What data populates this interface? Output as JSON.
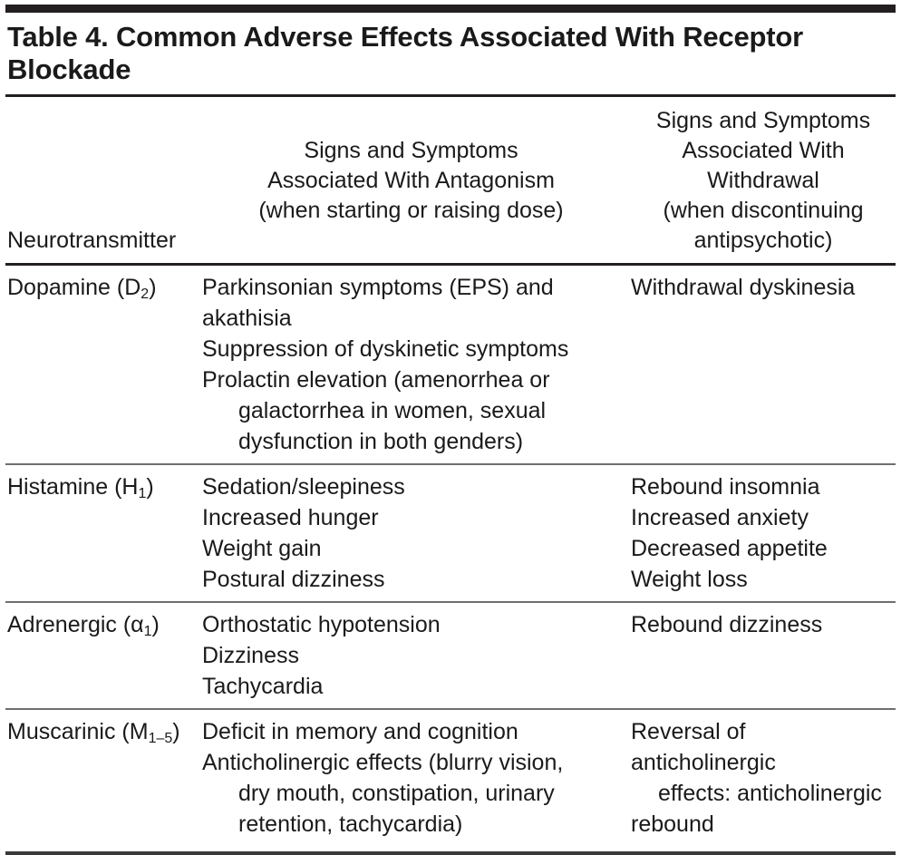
{
  "title": "Table 4. Common Adverse Effects Associated With Receptor Blockade",
  "colors": {
    "text": "#1a1a1a",
    "rule_heavy": "#231f20",
    "rule_light": "#6f6f6f",
    "background": "#ffffff"
  },
  "headers": {
    "col1": "Neurotransmitter",
    "col2": {
      "line1": "Signs and Symptoms",
      "line2": "Associated With Antagonism",
      "line3": "(when starting or raising dose)"
    },
    "col3": {
      "line1": "Signs and Symptoms",
      "line2": "Associated With Withdrawal",
      "line3": "(when discontinuing",
      "line4": "antipsychotic)"
    }
  },
  "rows": [
    {
      "neurotransmitter": "Dopamine (D",
      "subscript": "2",
      "neurotransmitter_suffix": ")",
      "antagonism": [
        {
          "text": "Parkinsonian symptoms (EPS) and akathisia",
          "indent": false
        },
        {
          "text": "Suppression of dyskinetic symptoms",
          "indent": false
        },
        {
          "text": "Prolactin elevation (amenorrhea or",
          "indent": false
        },
        {
          "text": "galactorrhea in women, sexual",
          "indent": true
        },
        {
          "text": "dysfunction in both genders)",
          "indent": true
        }
      ],
      "withdrawal": [
        {
          "text": "Withdrawal dyskinesia",
          "indent": false
        }
      ]
    },
    {
      "neurotransmitter": "Histamine (H",
      "subscript": "1",
      "neurotransmitter_suffix": ")",
      "antagonism": [
        {
          "text": "Sedation/sleepiness",
          "indent": false
        },
        {
          "text": "Increased hunger",
          "indent": false
        },
        {
          "text": "Weight gain",
          "indent": false
        },
        {
          "text": "Postural dizziness",
          "indent": false
        }
      ],
      "withdrawal": [
        {
          "text": "Rebound insomnia",
          "indent": false
        },
        {
          "text": "Increased anxiety",
          "indent": false
        },
        {
          "text": "Decreased appetite",
          "indent": false
        },
        {
          "text": "Weight loss",
          "indent": false
        }
      ]
    },
    {
      "neurotransmitter": "Adrenergic (α",
      "subscript": "1",
      "neurotransmitter_suffix": ")",
      "antagonism": [
        {
          "text": "Orthostatic hypotension",
          "indent": false
        },
        {
          "text": "Dizziness",
          "indent": false
        },
        {
          "text": "Tachycardia",
          "indent": false
        }
      ],
      "withdrawal": [
        {
          "text": "Rebound dizziness",
          "indent": false
        }
      ]
    },
    {
      "neurotransmitter": "Muscarinic (M",
      "subscript": "1–5",
      "neurotransmitter_suffix": ")",
      "antagonism": [
        {
          "text": "Deficit in memory and cognition",
          "indent": false
        },
        {
          "text": "Anticholinergic effects (blurry vision,",
          "indent": false
        },
        {
          "text": "dry mouth, constipation, urinary",
          "indent": true
        },
        {
          "text": "retention, tachycardia)",
          "indent": true
        }
      ],
      "withdrawal": [
        {
          "text": "Reversal of anticholinergic",
          "indent": false
        },
        {
          "text": "effects: anticholinergic",
          "indent": true
        },
        {
          "text": "rebound",
          "indent": false
        }
      ]
    }
  ]
}
